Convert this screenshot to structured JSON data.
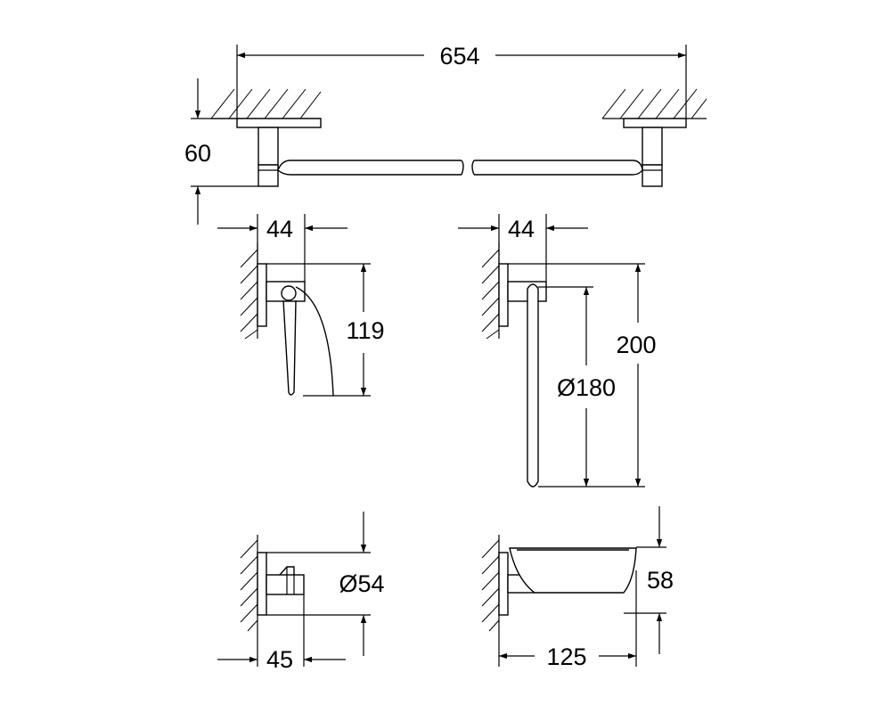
{
  "drawing": {
    "line_color": "#000000",
    "background": "#ffffff",
    "views": {
      "towel_bar": {
        "width_label": "654",
        "depth_label": "60"
      },
      "toilet_paper_holder": {
        "depth_label": "44",
        "height_label": "119"
      },
      "towel_ring": {
        "depth_label": "44",
        "height_label": "200",
        "ring_diameter_label": "Ø180"
      },
      "robe_hook": {
        "diameter_label": "Ø54",
        "depth_label": "45"
      },
      "soap_dish": {
        "height_label": "58",
        "depth_label": "125"
      }
    }
  }
}
